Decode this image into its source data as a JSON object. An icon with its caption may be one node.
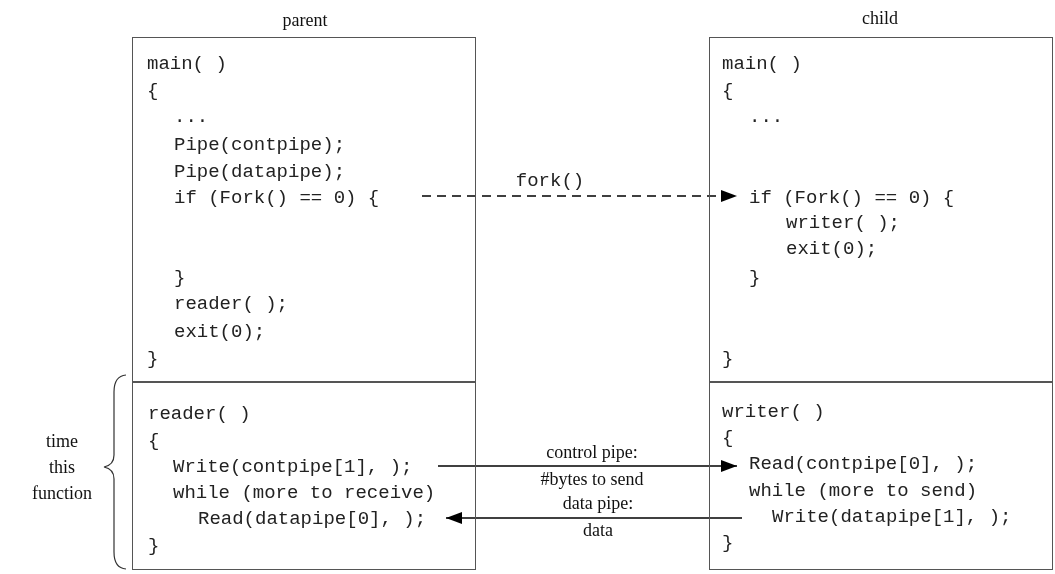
{
  "diagram": {
    "nodes": [
      {
        "text": [
          "parent",
          "main( )",
          "{",
          "...",
          "Pipe(contpipe);",
          "Pipe(datapipe);",
          "if (Fork() == 0) {",
          "}",
          "reader( );",
          "exit(0);",
          "}"
        ]
      },
      {
        "text": [
          "child",
          "main( )",
          "{",
          "...",
          "if (Fork() == 0) {",
          "writer( );",
          "exit(0);",
          "}",
          "}"
        ]
      },
      {
        "text": [
          "reader( )",
          "{",
          "Write(contpipe[1], );",
          "while (more to receive)",
          "Read(datapipe[0], );",
          "}"
        ]
      },
      {
        "text": [
          "writer( )",
          "{",
          "Read(contpipe[0], );",
          "while (more to send)",
          "Write(datapipe[1], );",
          "}"
        ]
      }
    ],
    "edges": [
      {
        "from": 0,
        "to": 1,
        "arrow": "to",
        "label": "fork()",
        "style": "dashed"
      },
      {
        "from": 2,
        "to": 3,
        "arrow": "to",
        "label": "control pipe: #bytes to send"
      },
      {
        "from": 3,
        "to": 2,
        "arrow": "to",
        "label": "data pipe: data"
      }
    ],
    "labels": [
      "time this function"
    ]
  }
}
